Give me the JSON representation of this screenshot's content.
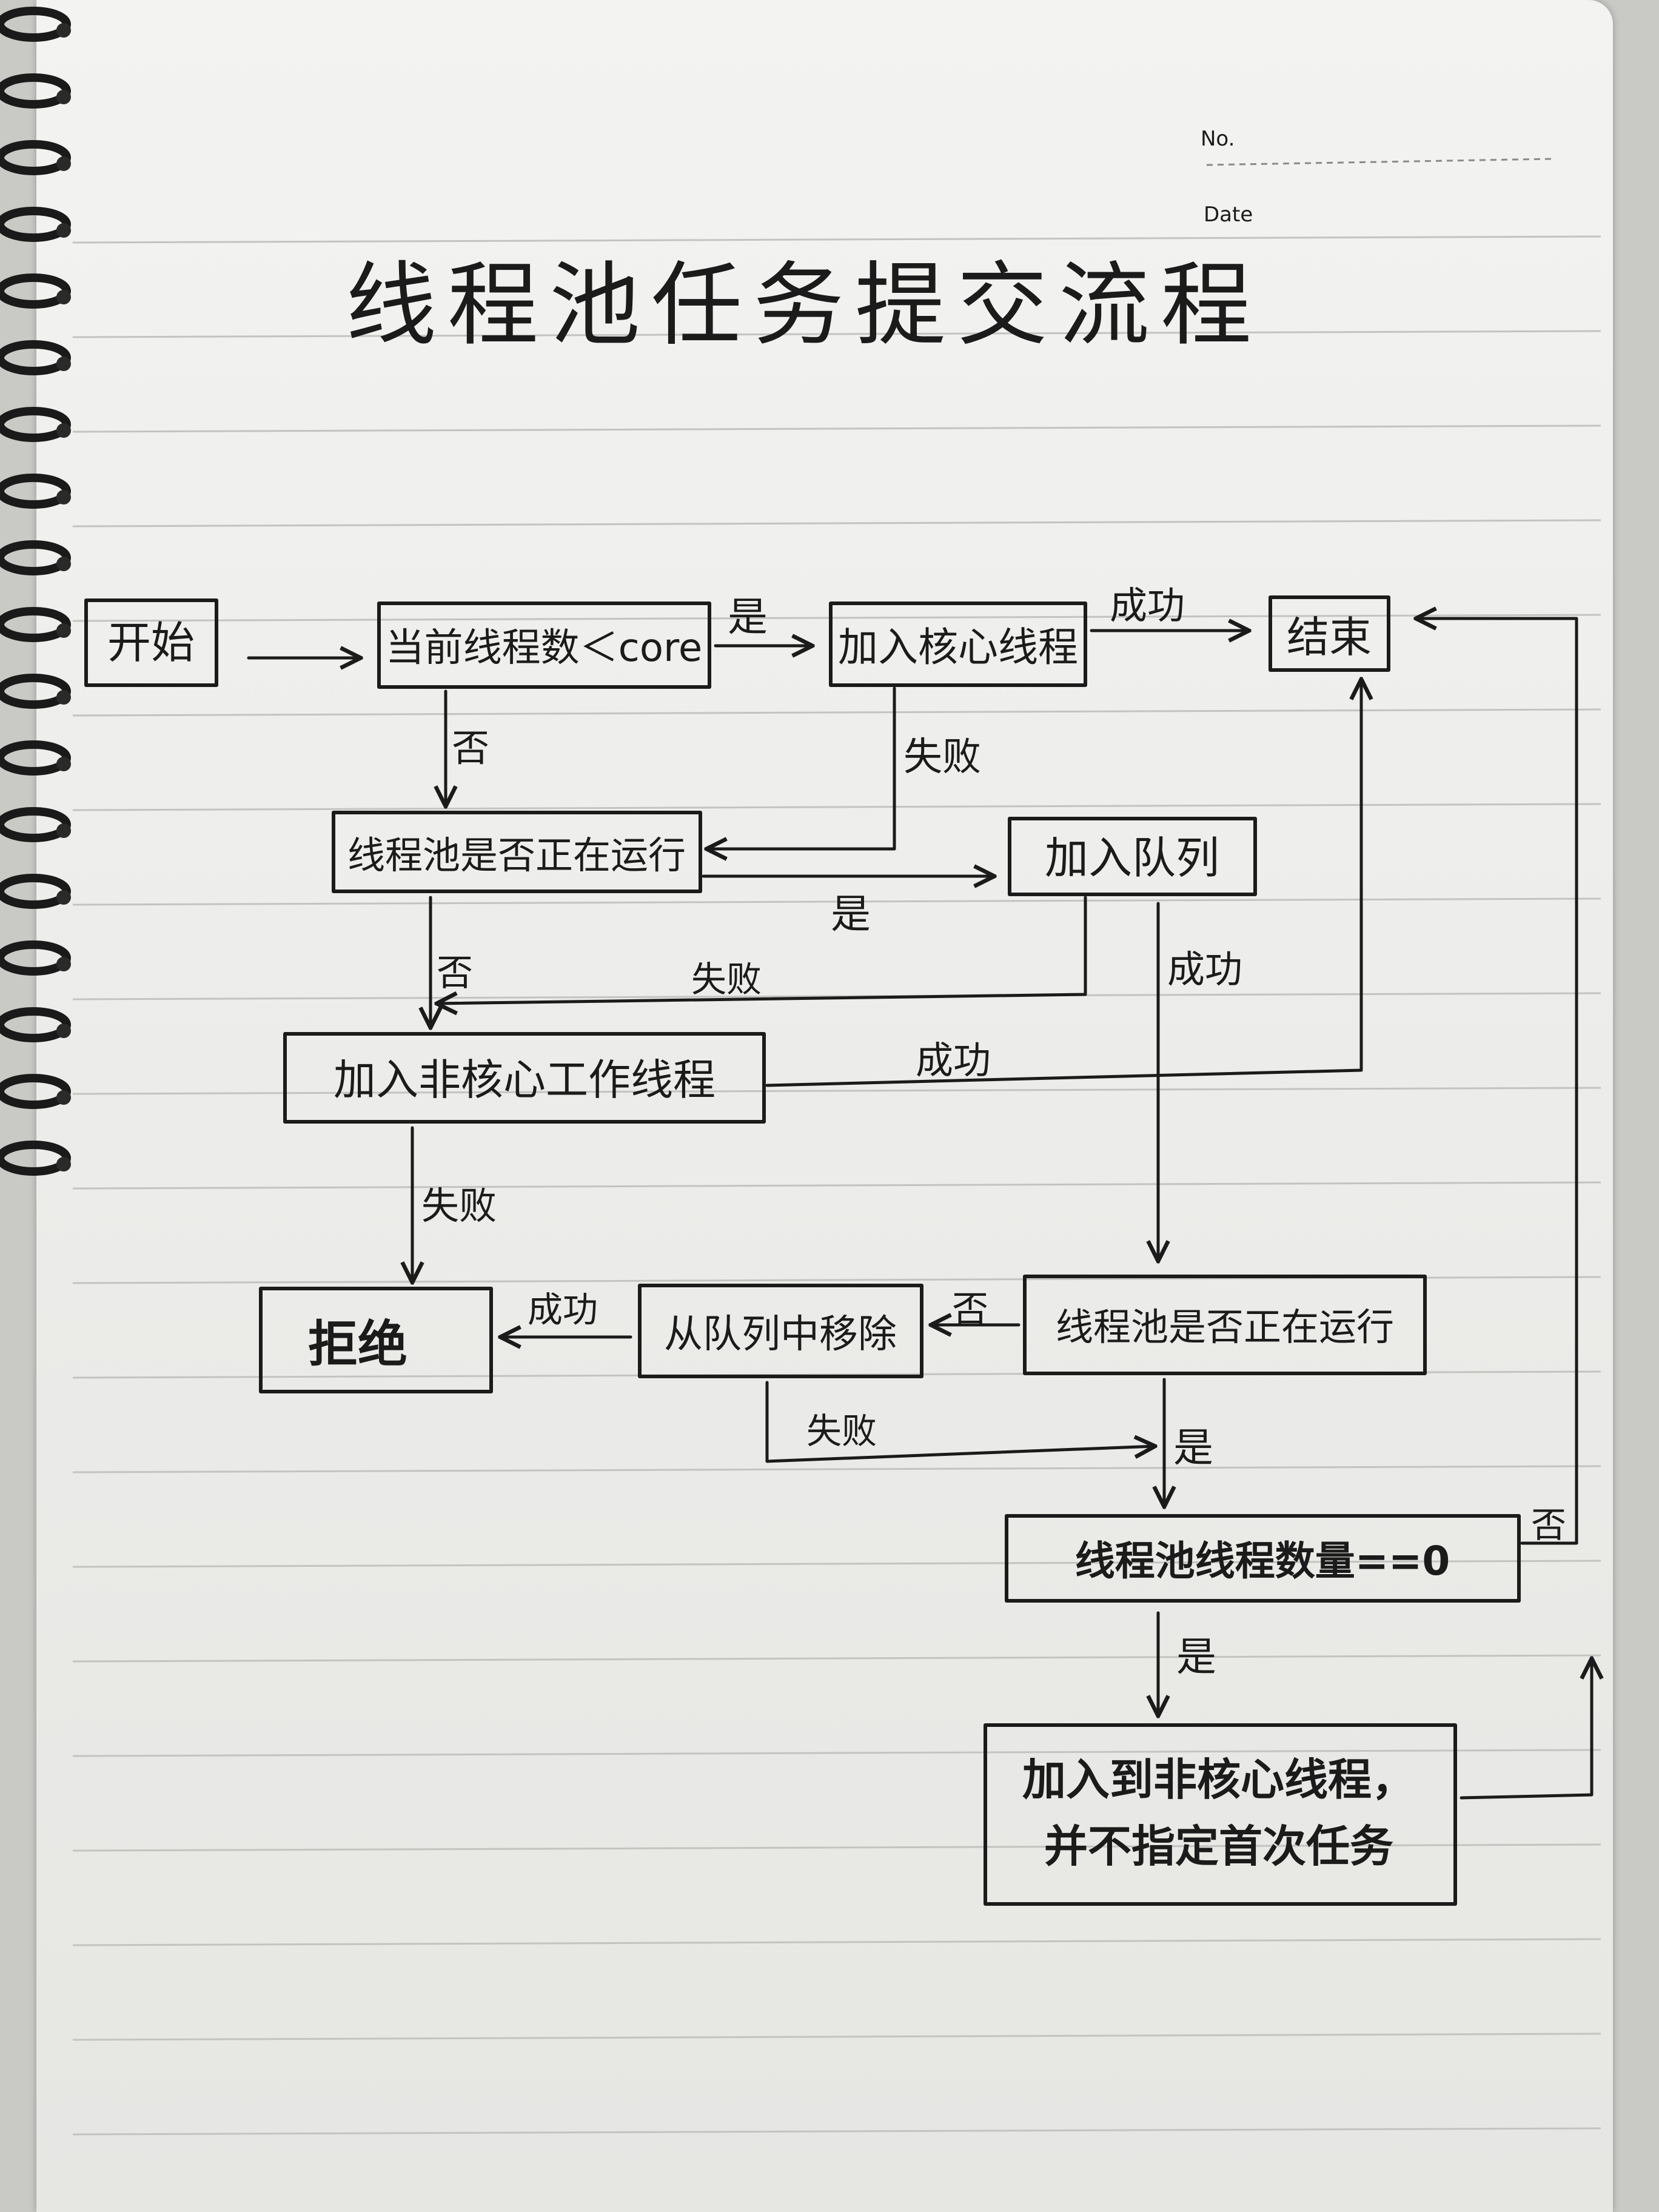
{
  "header": {
    "no_label": "No.",
    "date_label": "Date"
  },
  "title": "线程池任务提交流程",
  "nodes": {
    "start": "开始",
    "check_core": "当前线程数＜core",
    "add_core": "加入核心线程",
    "end": "结束",
    "pool_running_1": "线程池是否正在运行",
    "add_queue": "加入队列",
    "add_noncore": "加入非核心工作线程",
    "reject": "拒绝",
    "remove_from_queue": "从队列中移除",
    "pool_running_2": "线程池是否正在运行",
    "thread_count_zero": "线程池线程数量==0",
    "add_noncore_null_line1": "加入到非核心线程，",
    "add_noncore_null_line2": "并不指定首次任务"
  },
  "edge_labels": {
    "yes_core": "是",
    "success_core": "成功",
    "no_core": "否",
    "fail_core": "失败",
    "yes_running_1": "是",
    "no_running_1": "否",
    "fail_queue": "失败",
    "success_queue": "成功",
    "success_noncore": "成功",
    "fail_noncore": "失败",
    "success_remove": "成功",
    "no_running_2": "否",
    "fail_remove": "失败",
    "yes_running_2": "是",
    "no_zero": "否",
    "yes_zero": "是"
  }
}
